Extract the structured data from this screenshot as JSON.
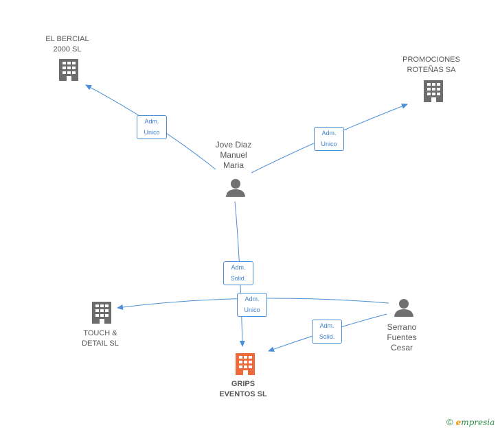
{
  "nodes": {
    "el_bercial": {
      "label": "EL BERCIAL\n2000 SL",
      "kind": "company"
    },
    "promociones": {
      "label": "PROMOCIONES\nROTEÑAS SA",
      "kind": "company"
    },
    "jove": {
      "label": "Jove Diaz\nManuel\nMaria",
      "kind": "person"
    },
    "touch": {
      "label": "TOUCH &\nDETAIL SL",
      "kind": "company"
    },
    "grips": {
      "label": "GRIPS\nEVENTOS SL",
      "kind": "company-focus"
    },
    "serrano": {
      "label": "Serrano\nFuentes\nCesar",
      "kind": "person"
    }
  },
  "edges": {
    "jove_bercial": {
      "label": "Adm.\nUnico"
    },
    "jove_promociones": {
      "label": "Adm.\nUnico"
    },
    "jove_grips": {
      "label": "Adm.\nSolid."
    },
    "serrano_touch": {
      "label": "Adm.\nUnico"
    },
    "serrano_grips": {
      "label": "Adm.\nSolid."
    }
  },
  "colors": {
    "edge": "#4a8fd8",
    "company": "#6d6d6d",
    "focus": "#ee6a3a",
    "person": "#707070"
  },
  "branding": {
    "copyright": "©",
    "e": "e",
    "rest": "mpresia"
  }
}
